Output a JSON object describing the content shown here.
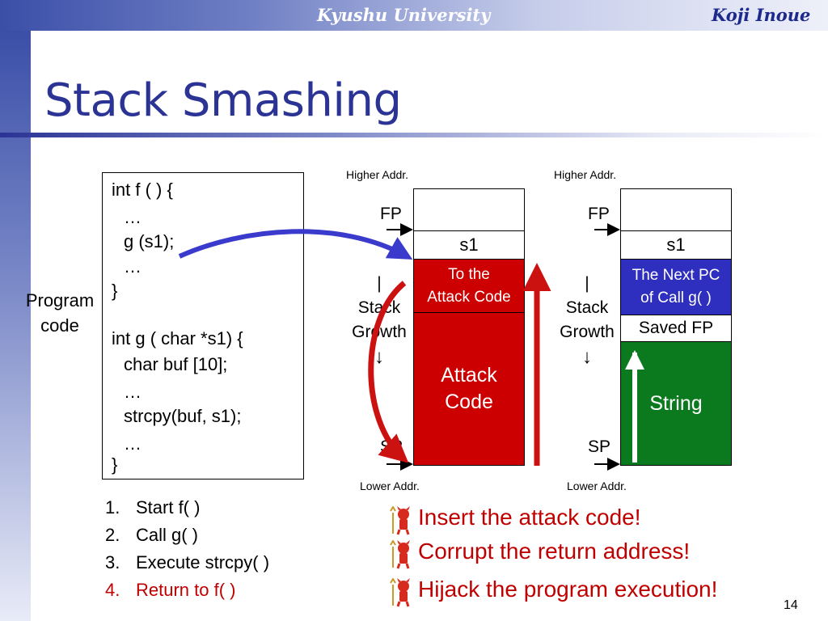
{
  "header": {
    "university": "Kyushu University",
    "author": "Koji Inoue"
  },
  "title": "Stack Smashing",
  "code": {
    "lines": [
      "int f ( ) {",
      "…",
      "g (s1);",
      "…",
      "}",
      "int g ( char *s1) {",
      "char buf [10];",
      "…",
      "strcpy(buf, s1);",
      "…",
      "}"
    ]
  },
  "program_label": [
    "Program",
    "code"
  ],
  "stack_left": {
    "higher": "Higher Addr.",
    "lower": "Lower Addr.",
    "fp": "FP",
    "sp": "SP",
    "growth": [
      "|",
      "Stack",
      "Growth",
      "↓"
    ],
    "cells": {
      "s1": "s1",
      "ret": [
        "To the",
        "Attack Code"
      ],
      "attack": [
        "Attack",
        "Code"
      ]
    }
  },
  "stack_right": {
    "higher": "Higher Addr.",
    "lower": "Lower Addr.",
    "fp": "FP",
    "sp": "SP",
    "growth": [
      "|",
      "Stack",
      "Growth",
      "↓"
    ],
    "cells": {
      "s1": "s1",
      "ret": [
        "The Next PC",
        "of Call g( )"
      ],
      "saved_fp": "Saved FP",
      "string": "String"
    }
  },
  "steps": [
    {
      "num": "1.",
      "text": "Start f( )"
    },
    {
      "num": "2.",
      "text": "Call g( )"
    },
    {
      "num": "3.",
      "text": "Execute strcpy( )"
    },
    {
      "num": "4.",
      "text": "Return to f( )"
    }
  ],
  "bullets": [
    "Insert the attack code!",
    "Corrupt the return address!",
    "Hijack the program execution!"
  ],
  "page_number": "14",
  "colors": {
    "title": "#2b3495",
    "attack_red": "#cc0000",
    "blue_cell": "#2e2ebf",
    "green_cell": "#0b7a1e",
    "arrow_blue": "#3a3acc",
    "arrow_red": "#cc1111",
    "step4": "#c00000"
  }
}
